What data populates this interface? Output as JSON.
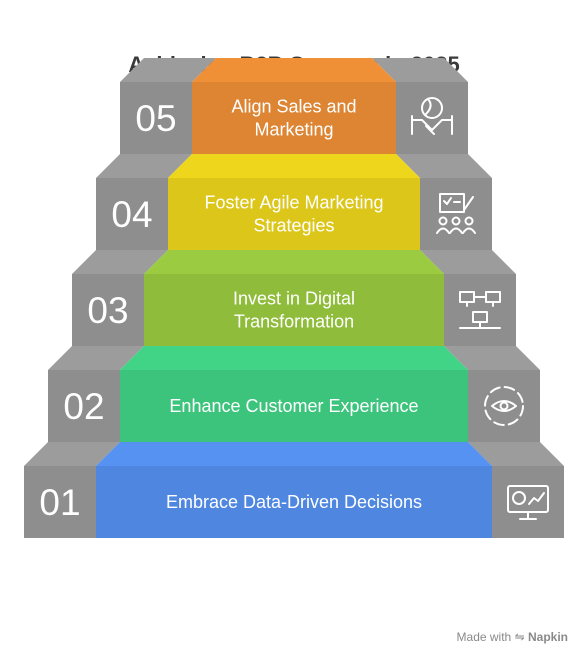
{
  "title": "Achieving B2B Success in 2025",
  "steps": [
    {
      "num": "01",
      "lines": [
        "Embrace Data-Driven Decisions"
      ],
      "color": "#4f87e0",
      "icon": "dashboard-monitor-icon"
    },
    {
      "num": "02",
      "lines": [
        "Enhance Customer Experience"
      ],
      "color": "#3cc47c",
      "icon": "eye-cycle-icon"
    },
    {
      "num": "03",
      "lines": [
        "Invest in Digital",
        "Transformation"
      ],
      "color": "#8fbc3b",
      "icon": "network-computers-icon"
    },
    {
      "num": "04",
      "lines": [
        "Foster Agile Marketing",
        "Strategies"
      ],
      "color": "#dcc61a",
      "icon": "team-checklist-icon"
    },
    {
      "num": "05",
      "lines": [
        "Align Sales and",
        "Marketing"
      ],
      "color": "#dd8533",
      "icon": "handshake-globe-icon"
    }
  ],
  "side_color": "#8e8e8e",
  "footer": {
    "made_with": "Made with",
    "brand": "Napkin"
  }
}
